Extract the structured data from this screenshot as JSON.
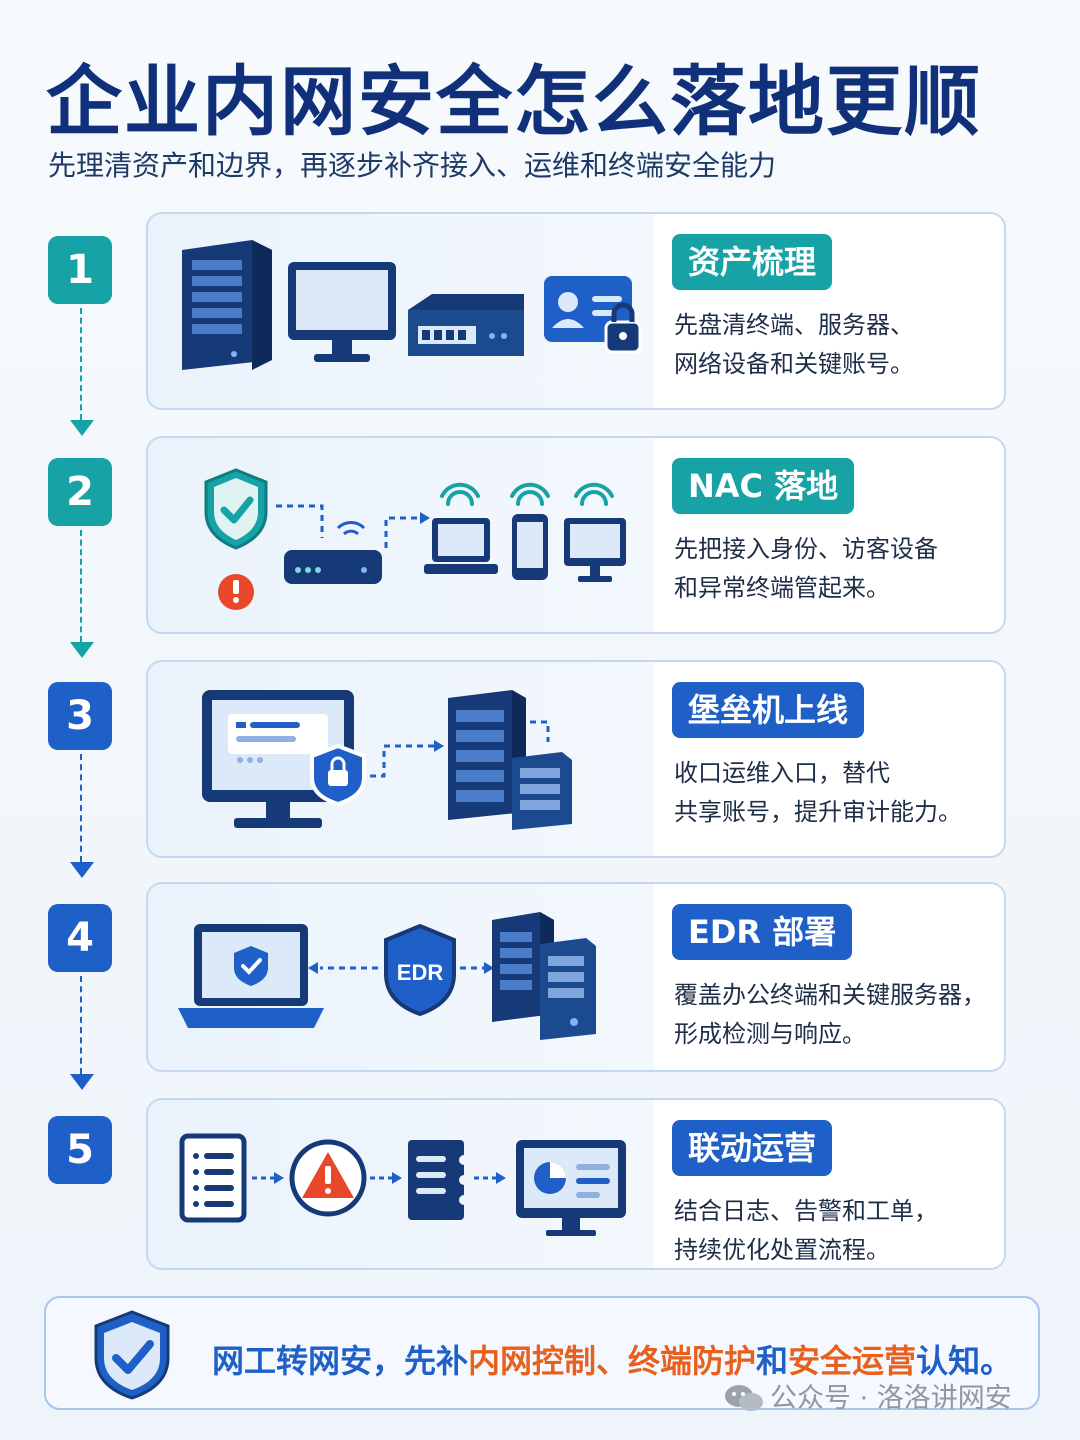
{
  "header": {
    "title": "企业内网安全怎么落地更顺",
    "subtitle": "先理清资产和边界，再逐步补齐接入、运维和终端安全能力"
  },
  "steps": [
    {
      "number": "1",
      "badge": "资产梳理",
      "desc_line1": "先盘清终端、服务器、",
      "desc_line2": "网络设备和关键账号。",
      "color": "#17a2a5"
    },
    {
      "number": "2",
      "badge": "NAC 落地",
      "desc_line1": "先把接入身份、访客设备",
      "desc_line2": "和异常终端管起来。",
      "color": "#17a2a5"
    },
    {
      "number": "3",
      "badge": "堡垒机上线",
      "desc_line1": "收口运维入口，替代",
      "desc_line2": "共享账号，提升审计能力。",
      "color": "#1f5fc8"
    },
    {
      "number": "4",
      "badge": "EDR 部署",
      "desc_line1": "覆盖办公终端和关键服务器，",
      "desc_line2": "形成检测与响应。",
      "color": "#1f5fc8",
      "icon_label": "EDR"
    },
    {
      "number": "5",
      "badge": "联动运营",
      "desc_line1": "结合日志、告警和工单，",
      "desc_line2": "持续优化处置流程。",
      "color": "#1f5fc8"
    }
  ],
  "footer": {
    "part1": "网工转网安，先补",
    "part2": "内网控制、终端防护",
    "part3": "和",
    "part4": "安全运营",
    "part5": "认知。",
    "watermark": "公众号 · 洛洛讲网安"
  },
  "colors": {
    "teal": "#17a2a5",
    "blue": "#1f5fc8",
    "navy": "#10307a",
    "orange": "#e8601c",
    "alert_red": "#e8472a"
  },
  "icons": [
    "server-icon",
    "monitor-icon",
    "switch-icon",
    "id-card-lock-icon",
    "shield-check-icon",
    "router-icon",
    "alert-icon",
    "wifi-icon",
    "laptop-icon",
    "phone-icon",
    "monitor-lock-icon",
    "server-rack-icon",
    "edr-shield-icon",
    "log-list-icon",
    "warning-triangle-icon",
    "ticket-icon",
    "dashboard-icon"
  ]
}
